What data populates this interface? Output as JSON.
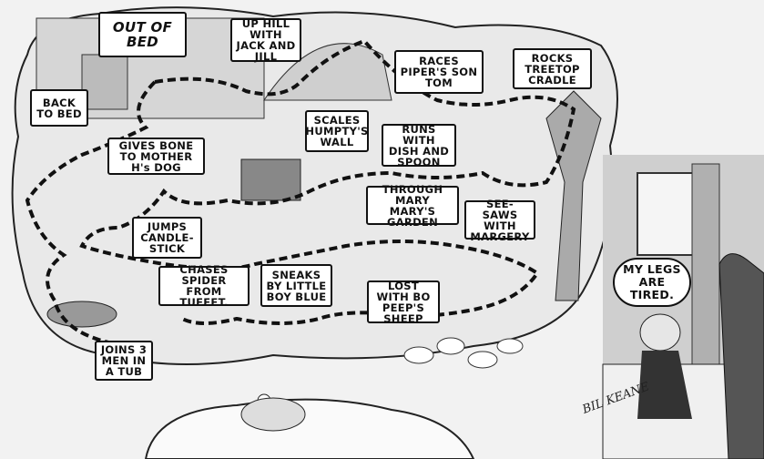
{
  "comic": {
    "labels": [
      "OUT OF BED",
      "UP HILL WITH JACK AND JILL",
      "RACES PIPER'S SON TOM",
      "ROCKS TREETOP CRADLE",
      "BACK TO BED",
      "GIVES BONE TO MOTHER H's DOG",
      "SCALES HUMPTY'S WALL",
      "RUNS WITH DISH AND SPOON",
      "THROUGH MARY MARY'S GARDEN",
      "SEE-SAWS WITH MARGERY",
      "JUMPS CANDLE-STICK",
      "CHASES SPIDER FROM TUFFET.",
      "SNEAKS BY LITTLE BOY BLUE",
      "LOST WITH BO PEEP'S SHEEP",
      "JOINS 3 MEN IN A TUB"
    ],
    "speech": "MY LEGS ARE TIRED.",
    "signature": "BIL KEANE"
  }
}
